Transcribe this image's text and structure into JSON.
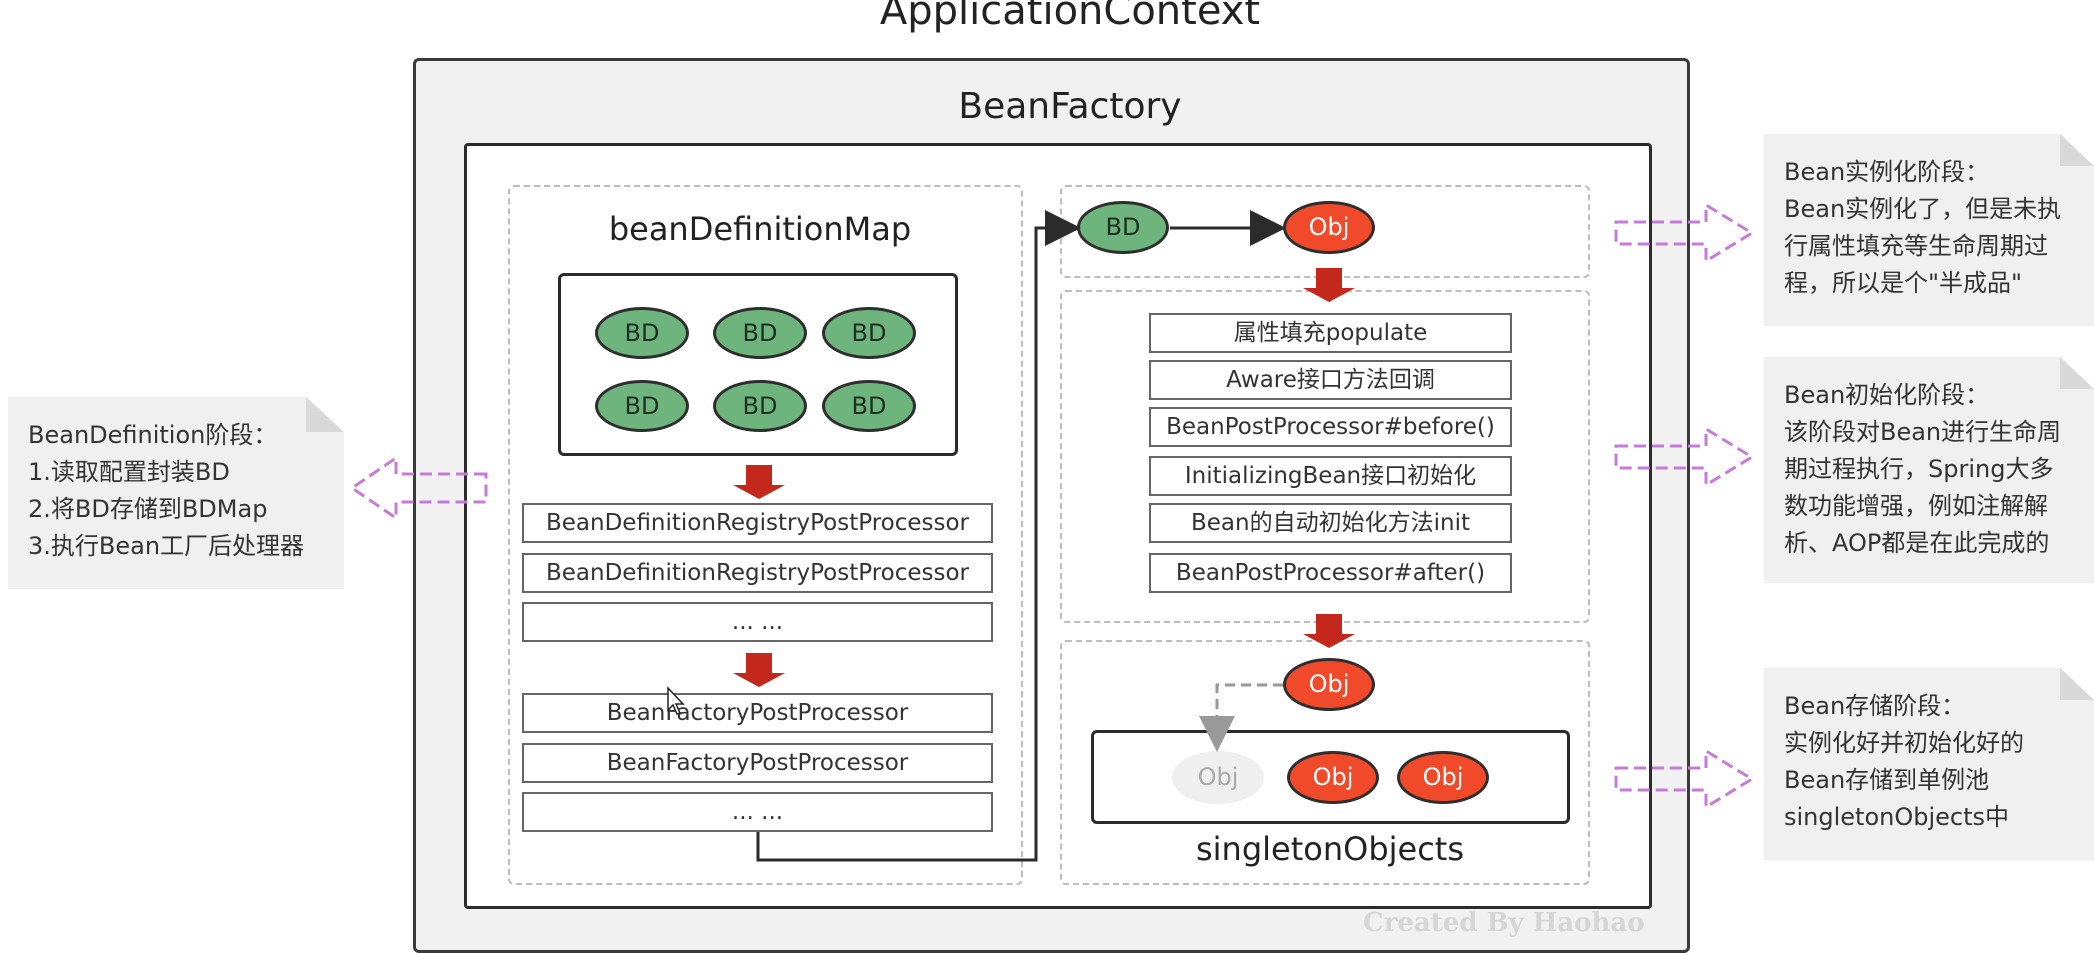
{
  "titles": {
    "application_context": "ApplicationContext",
    "bean_factory": "BeanFactory",
    "bean_definition_map": "beanDefinitionMap",
    "singleton_objects": "singletonObjects"
  },
  "bd_nodes": [
    "BD",
    "BD",
    "BD",
    "BD",
    "BD",
    "BD"
  ],
  "flow_nodes": {
    "bd": "BD",
    "obj": "Obj"
  },
  "registry_processors": [
    "BeanDefinitionRegistryPostProcessor",
    "BeanDefinitionRegistryPostProcessor",
    "... ..."
  ],
  "factory_processors": [
    "BeanFactoryPostProcessor",
    "BeanFactoryPostProcessor",
    "... ..."
  ],
  "lifecycle_steps": [
    "属性填充populate",
    "Aware接口方法回调",
    "BeanPostProcessor#before()",
    "InitializingBean接口初始化",
    "Bean的自动初始化方法init",
    "BeanPostProcessor#after()"
  ],
  "singleton": {
    "incoming": "Obj",
    "ghost": "Obj",
    "objs": [
      "Obj",
      "Obj"
    ]
  },
  "notes": {
    "bean_definition": [
      "BeanDefinition阶段：",
      "1.读取配置封装BD",
      "2.将BD存储到BDMap",
      "3.执行Bean工厂后处理器"
    ],
    "instantiation": [
      "Bean实例化阶段：",
      "Bean实例化了，但是未执",
      "行属性填充等生命周期过",
      "程，所以是个\"半成品\""
    ],
    "initialization": [
      "Bean初始化阶段：",
      "该阶段对Bean进行生命周",
      "期过程执行，Spring大多",
      "数功能增强，例如注解解",
      "析、AOP都是在此完成的"
    ],
    "storage": [
      "Bean存储阶段：",
      "实例化好并初始化好的",
      "Bean存储到单例池",
      "singletonObjects中"
    ]
  },
  "watermark": "Created By Haohao",
  "colors": {
    "bd_green": "#6db57c",
    "obj_red": "#f04a2b",
    "arrow_red": "#c4281c",
    "hint_purple": "#c77ad8"
  }
}
